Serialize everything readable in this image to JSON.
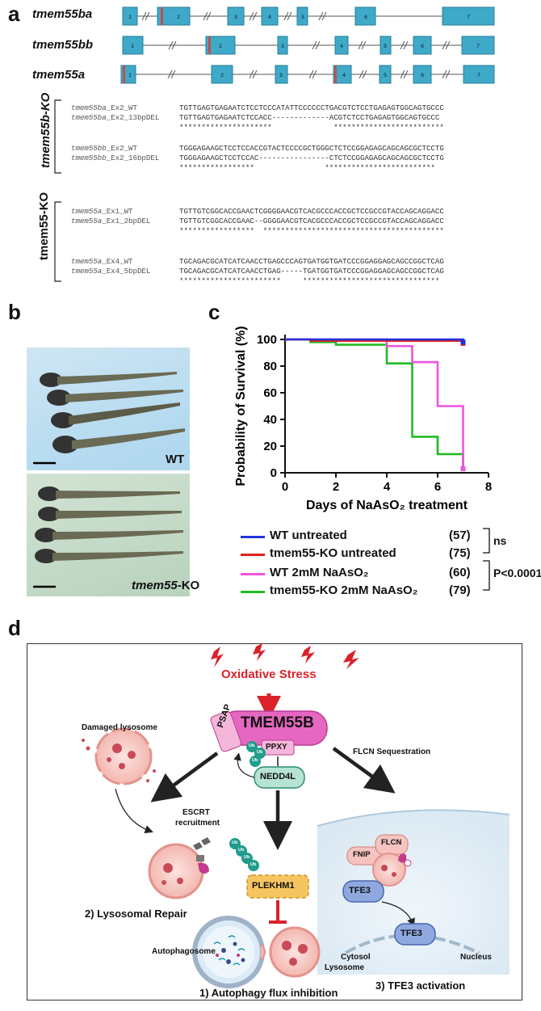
{
  "panels": {
    "a": "a",
    "b": "b",
    "c": "c",
    "d": "d"
  },
  "gene_structures": [
    {
      "name": "tmem55ba",
      "exons": [
        "1",
        "2",
        "3",
        "4",
        "5",
        "6",
        "7"
      ]
    },
    {
      "name": "tmem55bb",
      "exons": [
        "1",
        "2",
        "3",
        "4",
        "5",
        "6",
        "7"
      ]
    },
    {
      "name": "tmem55a",
      "exons": [
        "1",
        "2",
        "3",
        "4",
        "5",
        "6",
        "7"
      ]
    }
  ],
  "ko_groups": {
    "top": "tmem55b-KO",
    "bottom": "tmem55-KO"
  },
  "alignments": [
    {
      "name_it": "tmem55ba",
      "name_rest": "_Ex2_WT",
      "seq": "TGTTGAGTGAGAATCTCCTCCCATATTCCCCCCTGACGTCTCCTGAGAGTGGCAGTGCCC"
    },
    {
      "name_it": "tmem55ba",
      "name_rest": "_Ex2_13bpDEL",
      "seq": "TGTTGAGTGAGAATCTCCACC-------------ACGTCTCCTGAGAGTGGCAGTGCCC"
    },
    {
      "name_it": "",
      "name_rest": "",
      "seq": "*********************              *************************"
    },
    {
      "name_it": "tmem55bb",
      "name_rest": "_Ex2_WT",
      "seq": "TGGGAGAAGCTCCTCCACCGTACTCCCCGCTGGGCTCTCCGGAGAGCAGCAGCGCTCCTG"
    },
    {
      "name_it": "tmem55bb",
      "name_rest": "_Ex2_16bpDEL",
      "seq": "TGGGAGAAGCTCCTCCAC----------------CTCTCCGGAGAGCAGCAGCGCTCCTG"
    },
    {
      "name_it": "",
      "name_rest": "",
      "seq": "*****************                *************************"
    },
    {
      "name_it": "tmem55a",
      "name_rest": "_Ex1_WT",
      "seq": "TGTTGTCGGCACCGAACTCGGGGAACGTCACGCCCACCGCTCCGCCGTACCAGCAGGACC"
    },
    {
      "name_it": "tmem55a",
      "name_rest": "_Ex1_2bpDEL",
      "seq": "TGTTGTCGGCACCGAAC--GGGGAACGTCACGCCCACCGCTCCGCCGTACCAGCAGGACC"
    },
    {
      "name_it": "",
      "name_rest": "",
      "seq": "*****************  *****************************************"
    },
    {
      "name_it": "tmem55a",
      "name_rest": "_Ex4_WT",
      "seq": "TGCAGACGCATCATCAACCTGAGCCCAGTGATGGTGATCCCGGAGGAGCAGCCGGCTCAG"
    },
    {
      "name_it": "tmem55a",
      "name_rest": "_Ex4_5bpDEL",
      "seq": "TGCAGACGCATCATCAACCTGAG-----TGATGGTGATCCCGGAGGAGCAGCCGGCTCAG"
    },
    {
      "name_it": "",
      "name_rest": "",
      "seq": "***********************     *******************************"
    }
  ],
  "photos": {
    "top_label": "WT",
    "bottom_label_it": "tmem55",
    "bottom_label_rest": "-KO"
  },
  "chart_data": {
    "type": "line",
    "xlabel": "Days of NaAsO₂ treatment",
    "ylabel": "Probability of Survival (%)",
    "xlim": [
      0,
      8
    ],
    "ylim": [
      0,
      100
    ],
    "xticks": [
      0,
      2,
      4,
      6,
      8
    ],
    "yticks": [
      0,
      20,
      40,
      60,
      80,
      100
    ],
    "series": [
      {
        "name": "WT untreated",
        "count": "(57)",
        "color": "#2233dd",
        "x": [
          0,
          4,
          7
        ],
        "y": [
          100,
          100,
          98
        ]
      },
      {
        "name": "tmem55-KO untreated",
        "count": "(75)",
        "color": "#dd2222",
        "x": [
          0,
          1,
          7
        ],
        "y": [
          100,
          99,
          97
        ]
      },
      {
        "name": "WT 2mM NaAsO₂",
        "count": "(60)",
        "color": "#ee55dd",
        "x": [
          0,
          4,
          5,
          6,
          7
        ],
        "y": [
          100,
          95,
          83,
          50,
          3
        ]
      },
      {
        "name": "tmem55-KO 2mM NaAsO₂",
        "count": "(79)",
        "color": "#22bb22",
        "x": [
          0,
          1,
          2,
          4,
          5,
          6,
          7
        ],
        "y": [
          100,
          98,
          96,
          82,
          27,
          14,
          3
        ]
      }
    ],
    "stats": [
      "ns",
      "P<0.0001"
    ]
  },
  "diagram": {
    "stress": "Oxidative Stress",
    "tmem": "TMEM55B",
    "psap": "PSAP",
    "ppxy": "PPXY",
    "nedd": "NEDD4L",
    "plekhm1": "PLEKHM1",
    "ub": "Ub",
    "damaged": "Damaged lysosome",
    "escrt": "ESCRT\nrecruitment",
    "escrt1": "ESCRT",
    "escrt2": "recruitment",
    "repair": "2) Lysosomal Repair",
    "flcn_seq": "FLCN Sequestration",
    "fnip": "FNIP",
    "flcn": "FLCN",
    "tfe3": "TFE3",
    "cytosol": "Cytosol",
    "nucleus": "Nucleus",
    "tfe3_act": "3) TFE3 activation",
    "autophagosome": "Autophagosome",
    "lysosome": "Lysosome",
    "autophagy": "1) Autophagy flux inhibition"
  }
}
